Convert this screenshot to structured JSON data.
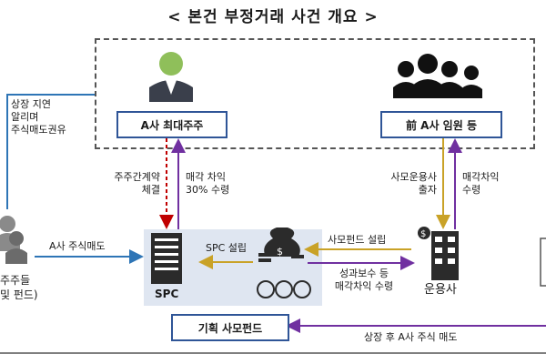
{
  "title": "< 본건 부정거래 사건 개요 >",
  "nodes": {
    "shareholder": "A사 최대주주",
    "executives": "前 A사 임원 등",
    "spc": "SPC",
    "manager": "운용사",
    "fund": "기획 사모펀드",
    "investors": "주주들\n및 펀드)"
  },
  "labels": {
    "listing_delay": "상장 지연\n알리며\n주식매도권유",
    "contract": "주주간계약\n체결",
    "spc_profit": "매각 차익\n30% 수령",
    "invest": "사모운용사\n출자",
    "exec_profit": "매각차익\n수령",
    "sell": "A사 주식매도",
    "spc_setup": "SPC 설립",
    "fund_setup": "사모펀드 설립",
    "fee": "성과보수 등\n매각차익 수령",
    "post_listing": "상장 후 A사 주식 매도"
  },
  "colors": {
    "box_border": "#2f5597",
    "blue_arrow": "#2e75b6",
    "gold_arrow": "#c9a227",
    "purple_arrow": "#7030a0",
    "red_arrow": "#c00000",
    "spc_bg": "#dfe6f1",
    "icon_green": "#8fbf5a"
  }
}
